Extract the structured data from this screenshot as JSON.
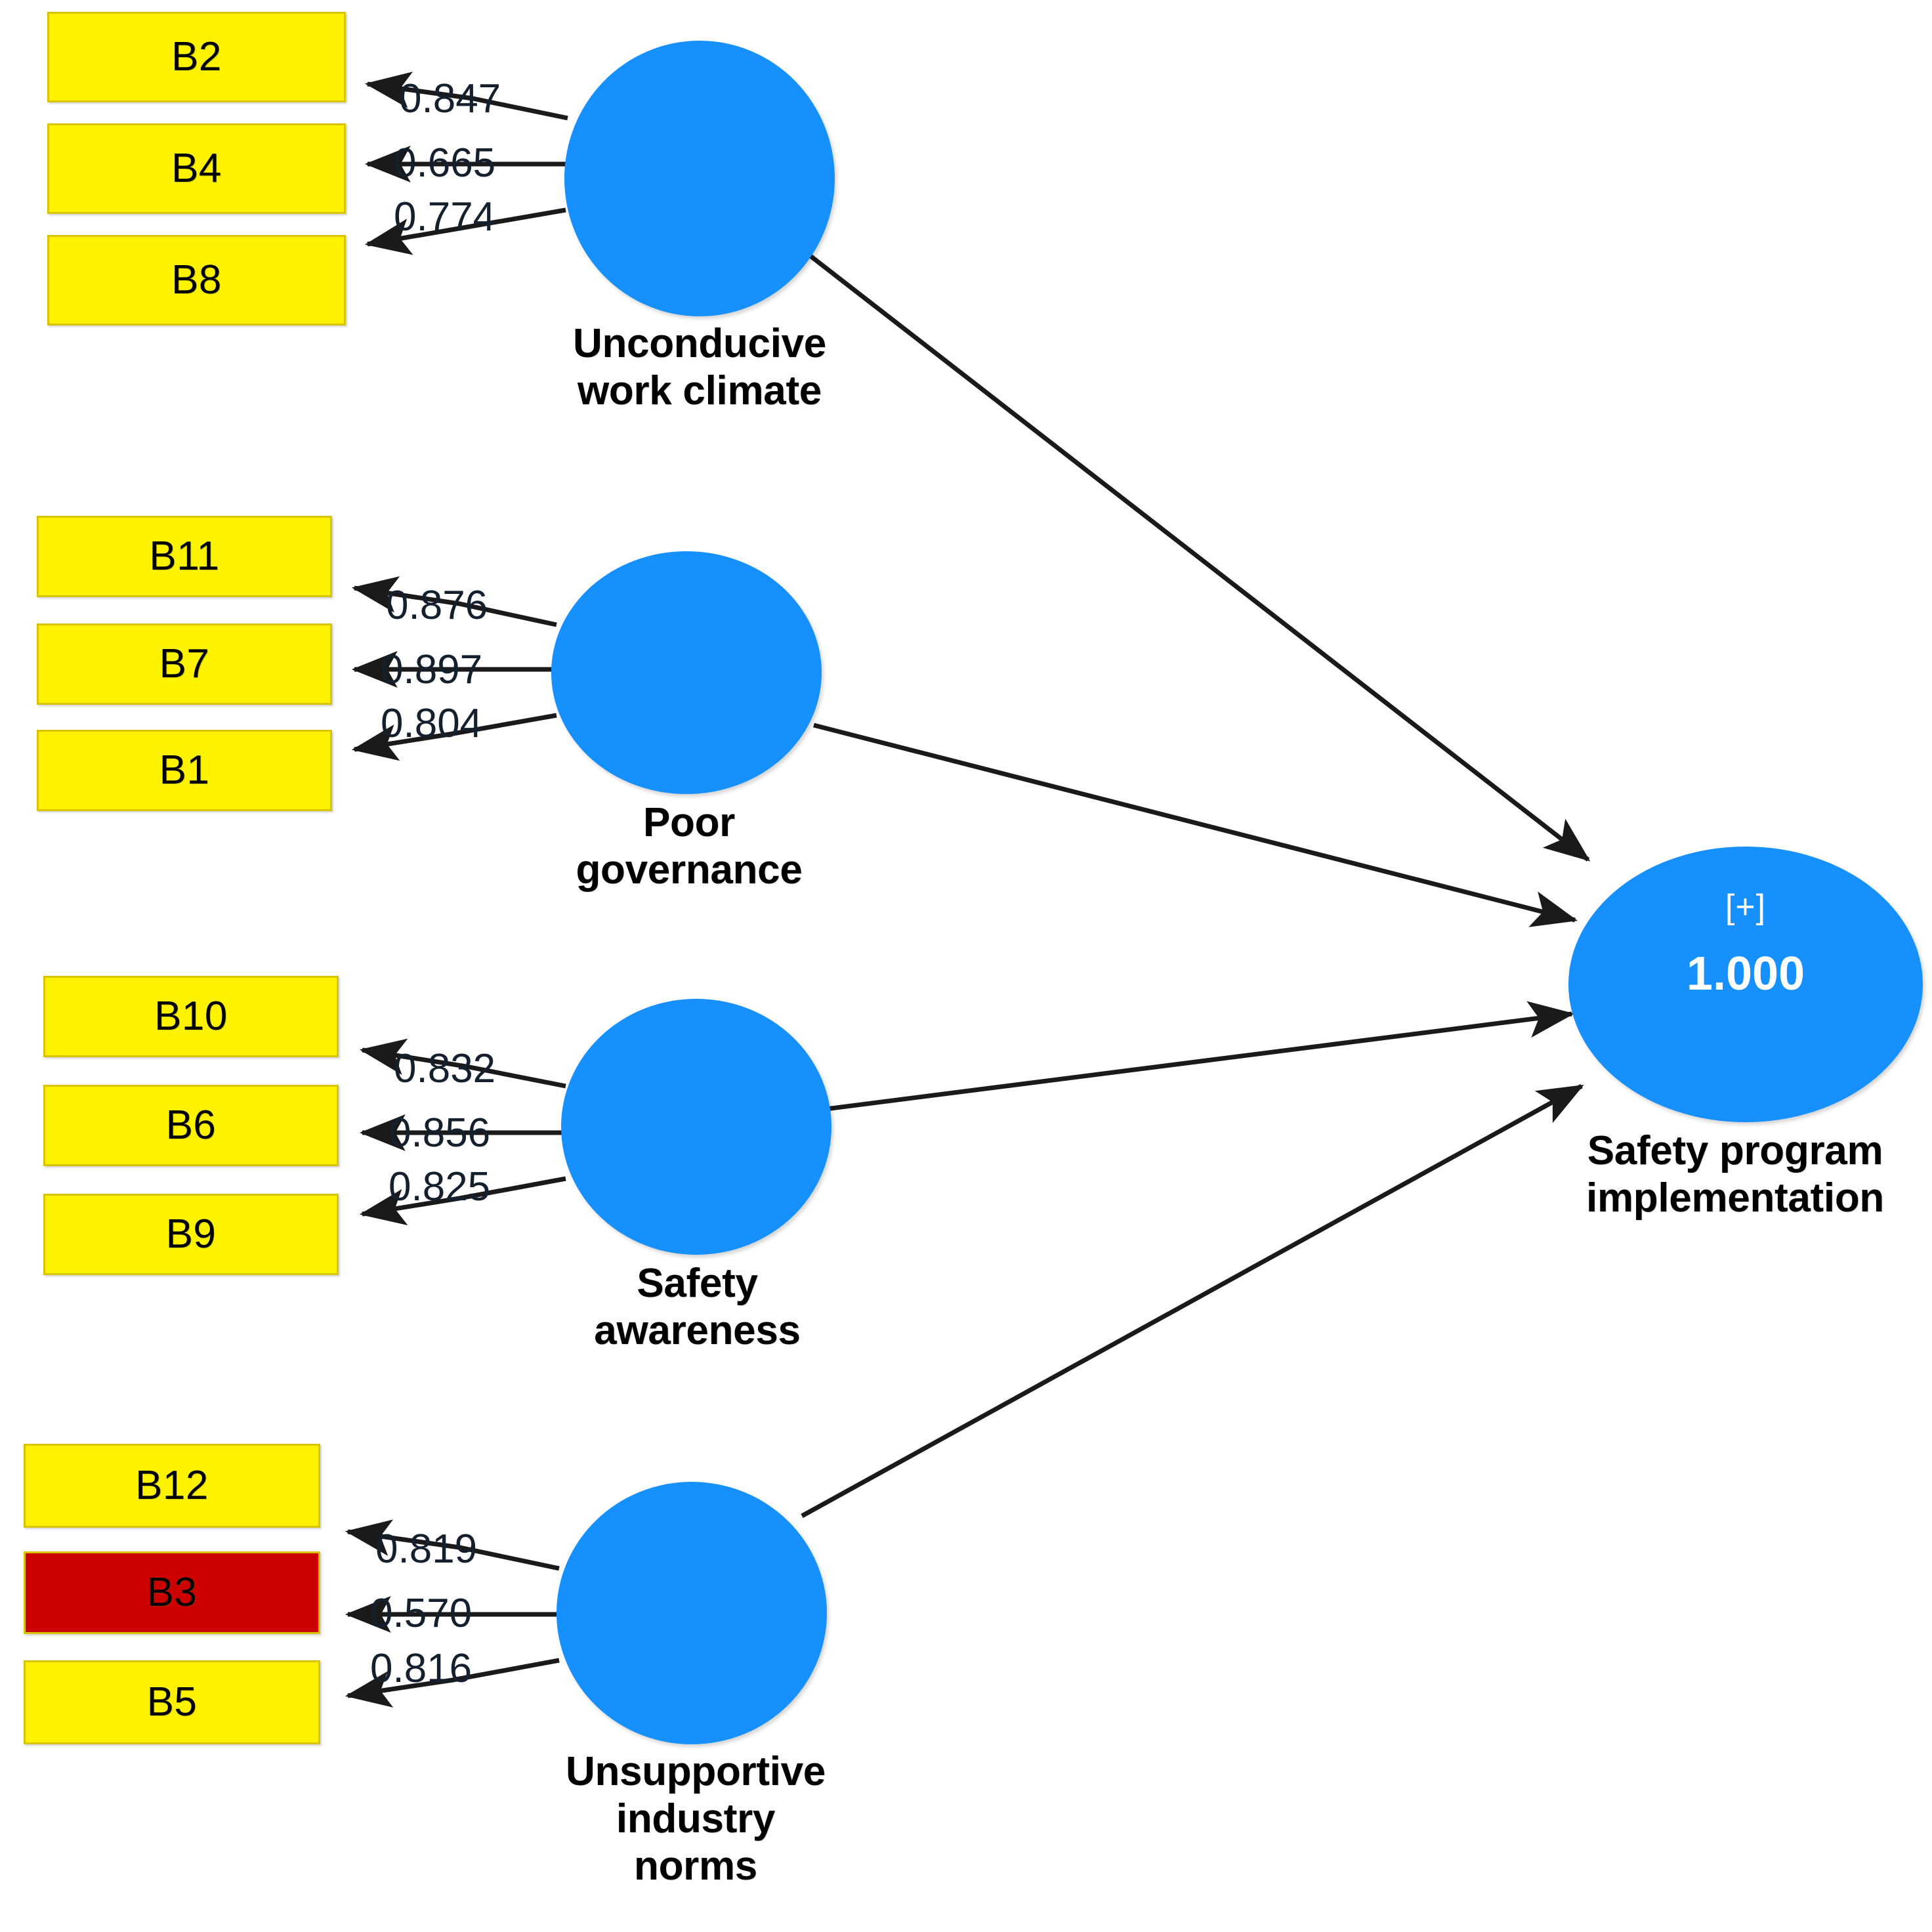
{
  "diagram": {
    "type": "pls-sem-path-model",
    "colors": {
      "indicator_fill": "#FDF200",
      "indicator_fill_flagged": "#CC0000",
      "indicator_border": "#D8C400",
      "construct_fill": "#1590FC",
      "edge": "#1A1A1A",
      "label_text": "#000000",
      "construct_text": "#FFFFFF"
    }
  },
  "constructs": [
    {
      "id": "unconducive-work-climate",
      "label_lines": [
        "Unconducive",
        "work climate"
      ],
      "indicators": [
        {
          "name": "B2",
          "loading": "0.847",
          "flagged": false
        },
        {
          "name": "B4",
          "loading": "0.665",
          "flagged": false
        },
        {
          "name": "B8",
          "loading": "0.774",
          "flagged": false
        }
      ]
    },
    {
      "id": "poor-governance",
      "label_lines": [
        "Poor",
        "governance"
      ],
      "indicators": [
        {
          "name": "B11",
          "loading": "0.876",
          "flagged": false
        },
        {
          "name": "B7",
          "loading": "0.897",
          "flagged": false
        },
        {
          "name": "B1",
          "loading": "0.804",
          "flagged": false
        }
      ]
    },
    {
      "id": "safety-awareness",
      "label_lines": [
        "Safety",
        "awareness"
      ],
      "indicators": [
        {
          "name": "B10",
          "loading": "0.832",
          "flagged": false
        },
        {
          "name": "B6",
          "loading": "0.856",
          "flagged": false
        },
        {
          "name": "B9",
          "loading": "0.825",
          "flagged": false
        }
      ]
    },
    {
      "id": "unsupportive-industry-norms",
      "label_lines": [
        "Unsupportive",
        "industry",
        "norms"
      ],
      "indicators": [
        {
          "name": "B12",
          "loading": "0.819",
          "flagged": false
        },
        {
          "name": "B3",
          "loading": "0.570",
          "flagged": true
        },
        {
          "name": "B5",
          "loading": "0.816",
          "flagged": false
        }
      ]
    }
  ],
  "endogenous": {
    "id": "safety-program-implementation",
    "label_lines": [
      "Safety program",
      "implementation"
    ],
    "badge": "[+]",
    "r_square": "1.000"
  },
  "chart_data": {
    "type": "diagram",
    "title": "",
    "measurement_model": [
      {
        "construct": "Unconducive work climate",
        "indicator": "B2",
        "outer_loading": 0.847
      },
      {
        "construct": "Unconducive work climate",
        "indicator": "B4",
        "outer_loading": 0.665
      },
      {
        "construct": "Unconducive work climate",
        "indicator": "B8",
        "outer_loading": 0.774
      },
      {
        "construct": "Poor governance",
        "indicator": "B11",
        "outer_loading": 0.876
      },
      {
        "construct": "Poor governance",
        "indicator": "B7",
        "outer_loading": 0.897
      },
      {
        "construct": "Poor governance",
        "indicator": "B1",
        "outer_loading": 0.804
      },
      {
        "construct": "Safety awareness",
        "indicator": "B10",
        "outer_loading": 0.832
      },
      {
        "construct": "Safety awareness",
        "indicator": "B6",
        "outer_loading": 0.856
      },
      {
        "construct": "Safety awareness",
        "indicator": "B9",
        "outer_loading": 0.825
      },
      {
        "construct": "Unsupportive industry norms",
        "indicator": "B12",
        "outer_loading": 0.819
      },
      {
        "construct": "Unsupportive industry norms",
        "indicator": "B3",
        "outer_loading": 0.57
      },
      {
        "construct": "Unsupportive industry norms",
        "indicator": "B5",
        "outer_loading": 0.816
      }
    ],
    "structural_model": [
      {
        "from": "Unconducive work climate",
        "to": "Safety program implementation"
      },
      {
        "from": "Poor governance",
        "to": "Safety program implementation"
      },
      {
        "from": "Safety awareness",
        "to": "Safety program implementation"
      },
      {
        "from": "Unsupportive industry norms",
        "to": "Safety program implementation"
      }
    ],
    "endogenous_r_square": 1.0
  }
}
